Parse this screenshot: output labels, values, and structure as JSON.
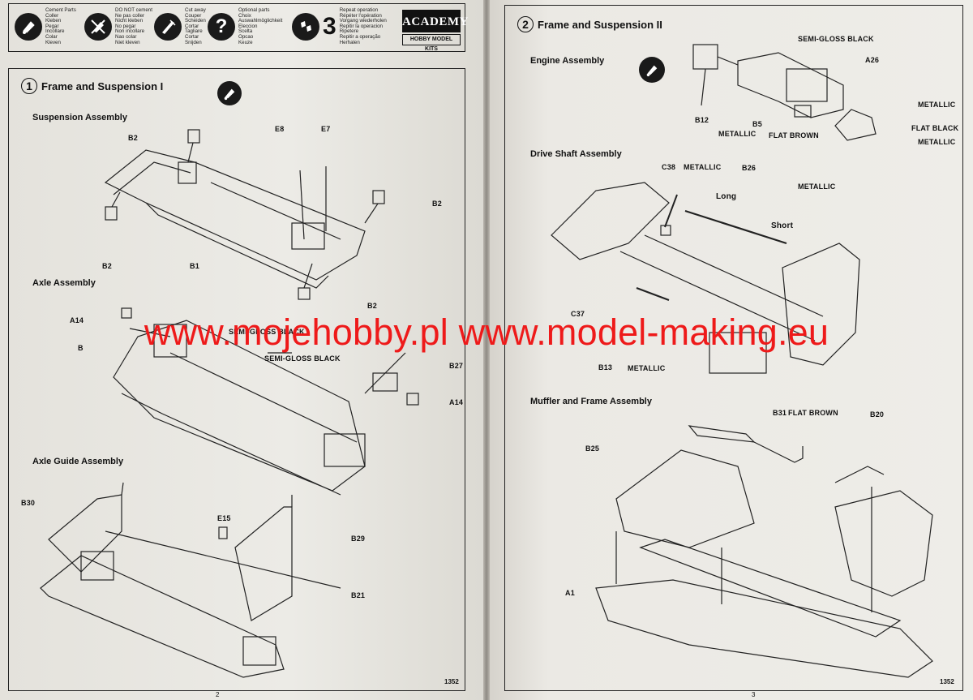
{
  "header": {
    "legend": [
      {
        "icon": "cement-icon",
        "text": "Cement Parts\nColler\nKleben\nPegar\nIncollare\nColar\nKleven"
      },
      {
        "icon": "no-cement-icon",
        "text": "DO NOT cement\nNe pas coller\nNicht kleben\nNo pegar\nNon incollare\nNao colar\nNiet kleven"
      },
      {
        "icon": "cut-away-icon",
        "text": "Cut away\nCouper\nScheiden\nCortar\nTagliare\nCortar\nSnijden"
      },
      {
        "icon": "question-icon",
        "symbol": "?",
        "text": "Optional parts\nChoix\nAuswahlmöglichkeit\nEleccion\nScelta\nOpcao\nKeuze"
      },
      {
        "icon": "repeat-icon",
        "symbol": "3",
        "text": "Repeat operation\nRépéter l'opération\nVorgang wiederholen\nRepitir la operacion\nRipetere\nRepitir a operação\nHerhalen"
      }
    ],
    "brand_top": "ACADEMY",
    "brand_bottom": "HOBBY MODEL KITS"
  },
  "left_page": {
    "step_number": "1",
    "step_title": "Frame and Suspension I",
    "sections": {
      "suspension": "Suspension Assembly",
      "axle": "Axle Assembly",
      "axle_guide": "Axle Guide Assembly"
    },
    "labels": {
      "b2_a": "B2",
      "e8": "E8",
      "e7": "E7",
      "b2_b": "B2",
      "b2_c": "B2",
      "b1": "B1",
      "b2_d": "B2",
      "a14_a": "A14",
      "b": "B",
      "semi_gloss_1": "SEMI-GLOSS BLACK",
      "semi_gloss_2": "SEMI-GLOSS BLACK",
      "b27": "B27",
      "a14_b": "A14",
      "b30": "B30",
      "e15": "E15",
      "b29": "B29",
      "b21": "B21"
    },
    "page_number": "2",
    "code": "1352"
  },
  "right_page": {
    "step_number": "2",
    "step_title": "Frame and Suspension II",
    "sections": {
      "engine": "Engine Assembly",
      "drive_shaft": "Drive Shaft Assembly",
      "muffler": "Muffler and Frame Assembly"
    },
    "labels": {
      "semi_gloss": "SEMI-GLOSS BLACK",
      "a26": "A26",
      "metallic_1": "METALLIC",
      "flat_black": "FLAT BLACK",
      "metallic_2": "METALLIC",
      "b12": "B12",
      "b5": "B5",
      "metallic_3": "METALLIC",
      "flat_brown_1": "FLAT BROWN",
      "c38": "C38",
      "metallic_4": "METALLIC",
      "b26": "B26",
      "long": "Long",
      "metallic_5": "METALLIC",
      "short": "Short",
      "c37": "C37",
      "b13": "B13",
      "metallic_6": "METALLIC",
      "b31": "B31",
      "flat_brown_2": "FLAT BROWN",
      "b20": "B20",
      "b25": "B25",
      "a1": "A1"
    },
    "page_number": "3",
    "code": "1352"
  },
  "watermark": "www.mojehobby.pl www.model-making.eu"
}
